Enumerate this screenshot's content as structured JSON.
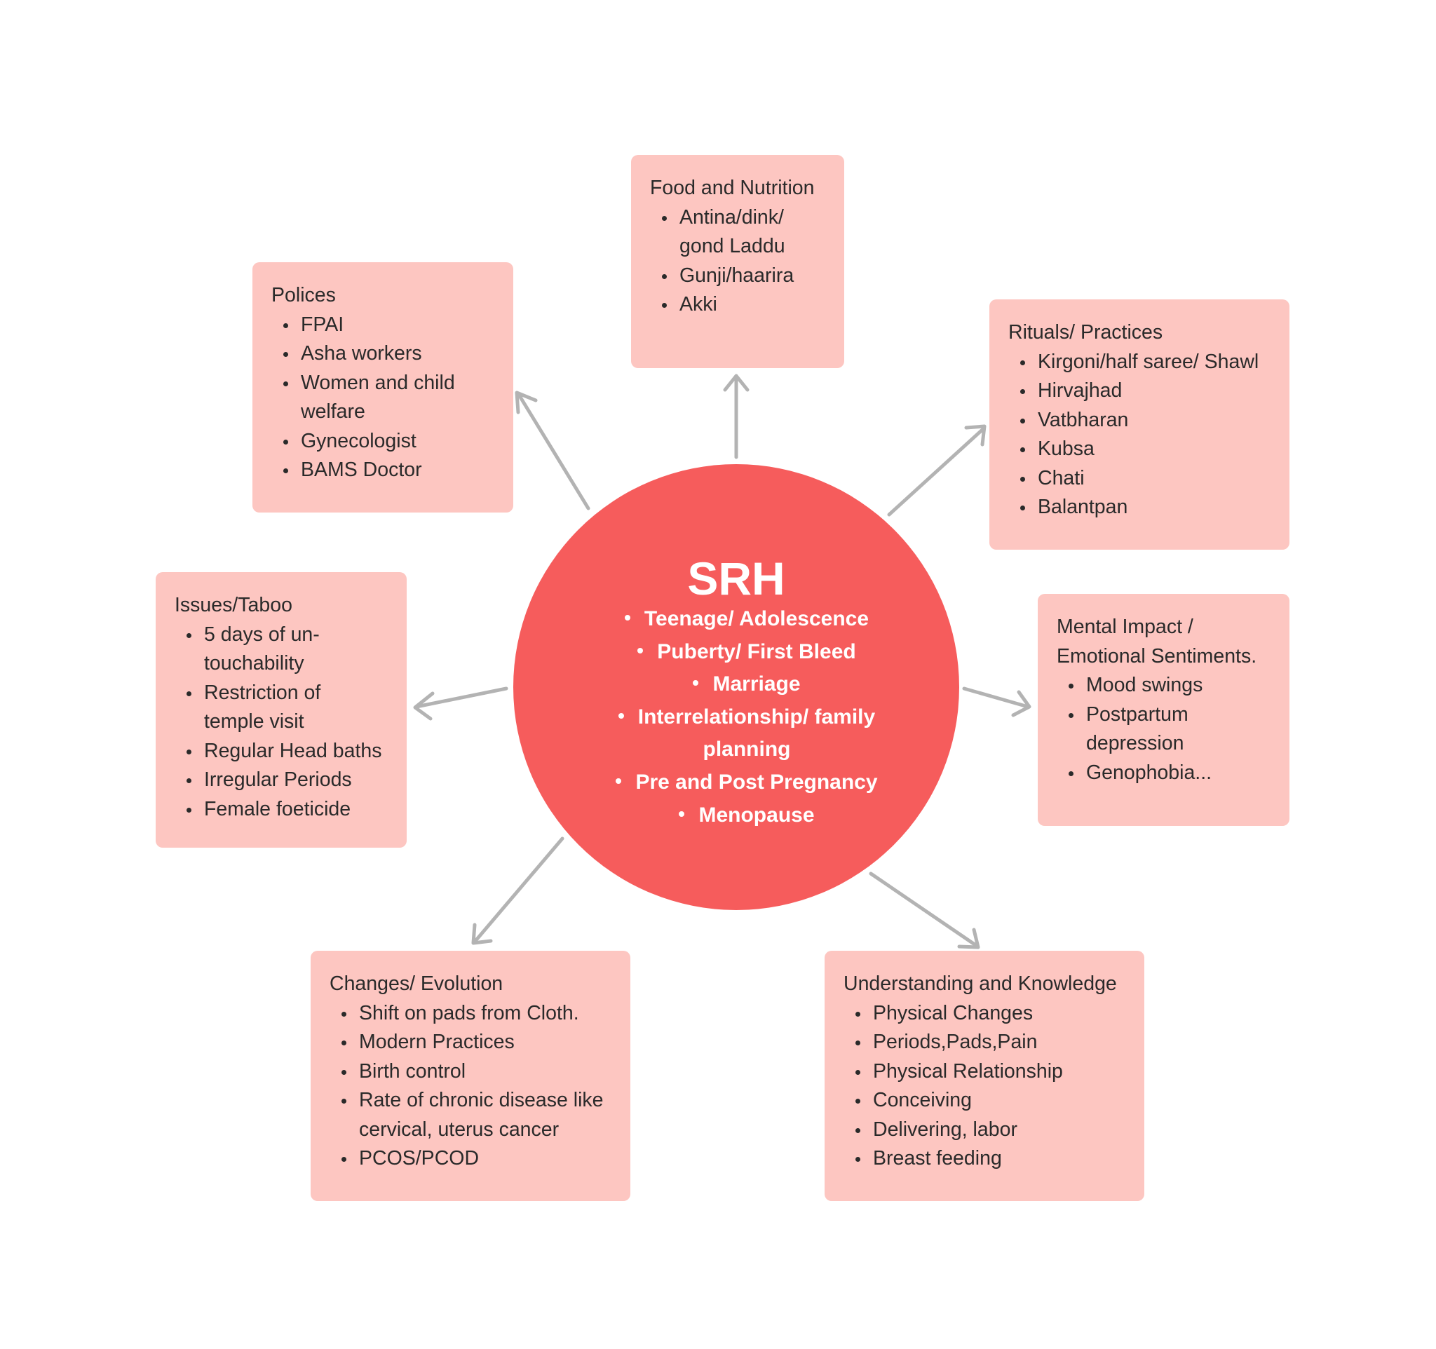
{
  "colors": {
    "hub_fill": "#f65c5c",
    "card_fill": "#fdc6c1",
    "arrow": "#b3b3b3",
    "text": "#2a2a2a"
  },
  "hub": {
    "title": "SRH",
    "items": [
      "Teenage/ Adolescence",
      "Puberty/ First Bleed",
      "Marriage",
      "Interrelationship/ family",
      "planning",
      "Pre and Post Pregnancy",
      "Menopause"
    ]
  },
  "cards": {
    "food": {
      "title": "Food and Nutrition",
      "items": [
        [
          "Antina/dink/",
          "gond Laddu"
        ],
        [
          "Gunji/haarira"
        ],
        [
          "Akki"
        ]
      ]
    },
    "policies": {
      "title": "Polices",
      "items": [
        [
          "FPAI"
        ],
        [
          "Asha workers"
        ],
        [
          "Women and child",
          "welfare"
        ],
        [
          "Gynecologist"
        ],
        [
          "BAMS Doctor"
        ]
      ]
    },
    "rituals": {
      "title": "Rituals/ Practices",
      "items": [
        [
          "Kirgoni/half saree/ Shawl"
        ],
        [
          "Hirvajhad"
        ],
        [
          "Vatbharan"
        ],
        [
          "Kubsa"
        ],
        [
          "Chati"
        ],
        [
          "Balantpan"
        ]
      ]
    },
    "issues": {
      "title": "Issues/Taboo",
      "items": [
        [
          "5 days of un-",
          "touchability"
        ],
        [
          "Restriction of",
          "temple visit"
        ],
        [
          "Regular Head baths"
        ],
        [
          "Irregular Periods"
        ],
        [
          "Female foeticide"
        ]
      ]
    },
    "mental": {
      "title_lines": [
        "Mental Impact /",
        "Emotional Sentiments."
      ],
      "items": [
        [
          "Mood swings"
        ],
        [
          "Postpartum",
          "depression"
        ],
        [
          "Genophobia..."
        ]
      ]
    },
    "changes": {
      "title": "Changes/ Evolution",
      "items": [
        [
          "Shift on pads from Cloth."
        ],
        [
          "Modern Practices"
        ],
        [
          "Birth control"
        ],
        [
          "Rate of chronic disease like",
          "cervical, uterus cancer"
        ],
        [
          "PCOS/PCOD"
        ]
      ]
    },
    "understanding": {
      "title": "Understanding and Knowledge",
      "items": [
        [
          "Physical Changes"
        ],
        [
          "Periods,Pads,Pain"
        ],
        [
          "Physical Relationship"
        ],
        [
          "Conceiving"
        ],
        [
          "Delivering, labor"
        ],
        [
          "Breast feeding"
        ]
      ]
    }
  }
}
